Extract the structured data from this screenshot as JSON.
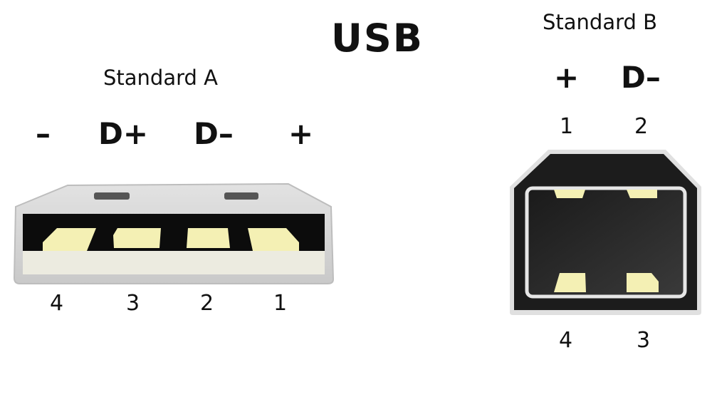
{
  "title": "USB",
  "standard_a": {
    "label": "Standard A",
    "signals": [
      "–",
      "D+",
      "D–",
      "+"
    ],
    "pins": [
      "4",
      "3",
      "2",
      "1"
    ]
  },
  "standard_b": {
    "label": "Standard B",
    "signals": [
      "+",
      "D–"
    ],
    "pins_top": [
      "1",
      "2"
    ],
    "pins_bottom": [
      "4",
      "3"
    ]
  },
  "colors": {
    "contact": "#f4f0b4",
    "shell": "#d6d6d6",
    "cavity": "#111111",
    "insulator": "#ecebe0"
  }
}
